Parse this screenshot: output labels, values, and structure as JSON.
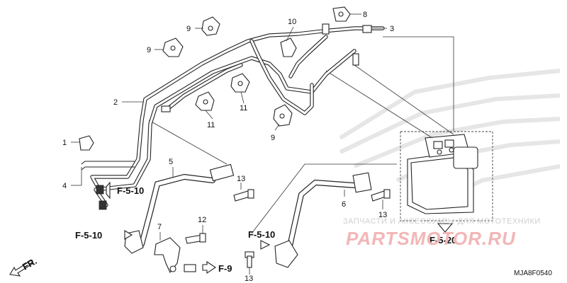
{
  "callouts": {
    "c1": "1",
    "c2": "2",
    "c3": "3",
    "c4": "4",
    "c5": "5",
    "c6": "6",
    "c7": "7",
    "c8": "8",
    "c9a": "9",
    "c9b": "9",
    "c9c": "9",
    "c10": "10",
    "c11a": "11",
    "c11b": "11",
    "c12": "12",
    "c13a": "13",
    "c13b": "13",
    "c13c": "13"
  },
  "refs": {
    "f510_left_upper": "F-5-10",
    "f510_left_lower": "F-5-10",
    "f510_mid": "F-5-10",
    "f520": "F-5-20",
    "f9": "F-9"
  },
  "direction_label": "FR.",
  "watermark": {
    "line1": "ЗАПЧАСТИ И АКСЕССУАРЫ ДЛЯ МОТОТЕХНИКИ",
    "line2": "PARTSMOTOR.RU"
  },
  "diagram_code": "MJA8F0540",
  "colors": {
    "line": "#222222",
    "watermark_red": "#f2b6b6",
    "watermark_gray": "#cfcfcf"
  }
}
